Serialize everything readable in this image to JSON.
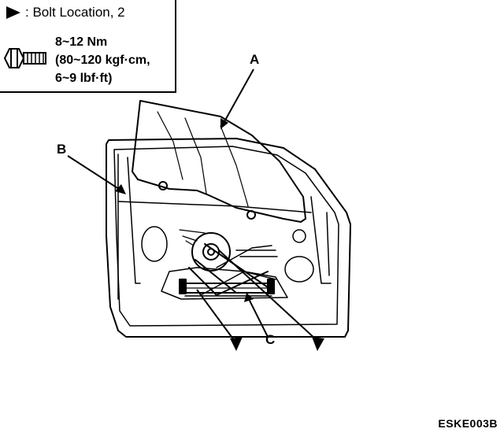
{
  "legend": {
    "bolt_location": ": Bolt Location, 2",
    "torque_line1": "8~12 Nm",
    "torque_line2": "(80~120 kgf·cm,",
    "torque_line3": "6~9 lbf·ft)"
  },
  "callouts": {
    "a": "A",
    "b": "B",
    "c": "C"
  },
  "figure_code": "ESKE003B",
  "icons": [
    "triangle-arrow-icon",
    "bolt-icon"
  ]
}
